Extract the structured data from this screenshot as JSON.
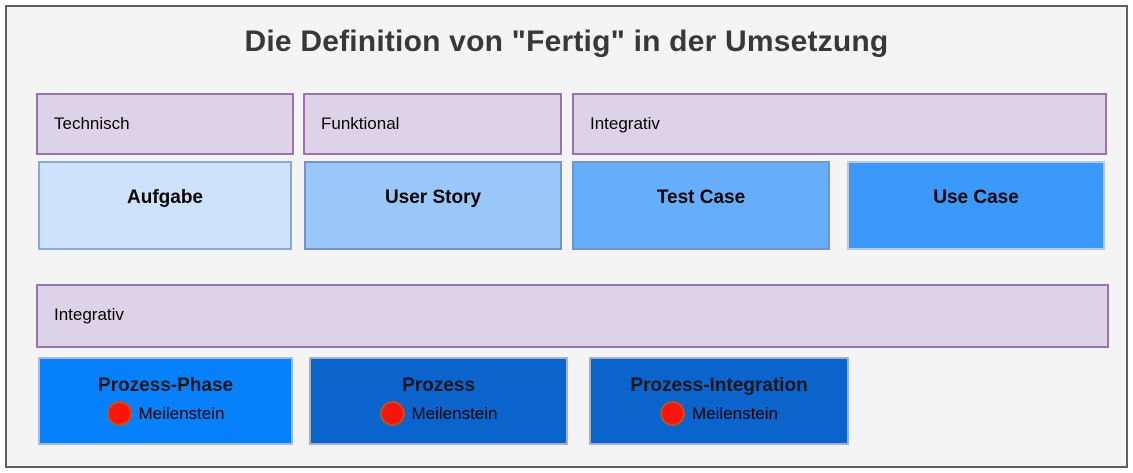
{
  "title": "Die Definition von \"Fertig\" in der Umsetzung",
  "palette": {
    "page_background": "#f4f4f5",
    "frame_border": "#5f5f5f",
    "header_fill": "#ddd3e8",
    "header_border": "#9b73ae",
    "milestone_red": "#f8150c"
  },
  "top_section": {
    "headers": [
      {
        "label": "Technisch"
      },
      {
        "label": "Funktional"
      },
      {
        "label": "Integrativ"
      }
    ],
    "cards": [
      {
        "label": "Aufgabe",
        "fill": "#cfe2fb"
      },
      {
        "label": "User Story",
        "fill": "#9ac7fa"
      },
      {
        "label": "Test Case",
        "fill": "#67aefa"
      },
      {
        "label": "Use Case",
        "fill": "#3b99fc"
      }
    ]
  },
  "bottom_section": {
    "header": {
      "label": "Integrativ"
    },
    "cards": [
      {
        "label": "Prozess-Phase",
        "milestone": "Meilenstein",
        "fill": "#0680fb"
      },
      {
        "label": "Prozess",
        "milestone": "Meilenstein",
        "fill": "#0b63cc"
      },
      {
        "label": "Prozess-Integration",
        "milestone": "Meilenstein",
        "fill": "#0b63cc"
      }
    ]
  }
}
